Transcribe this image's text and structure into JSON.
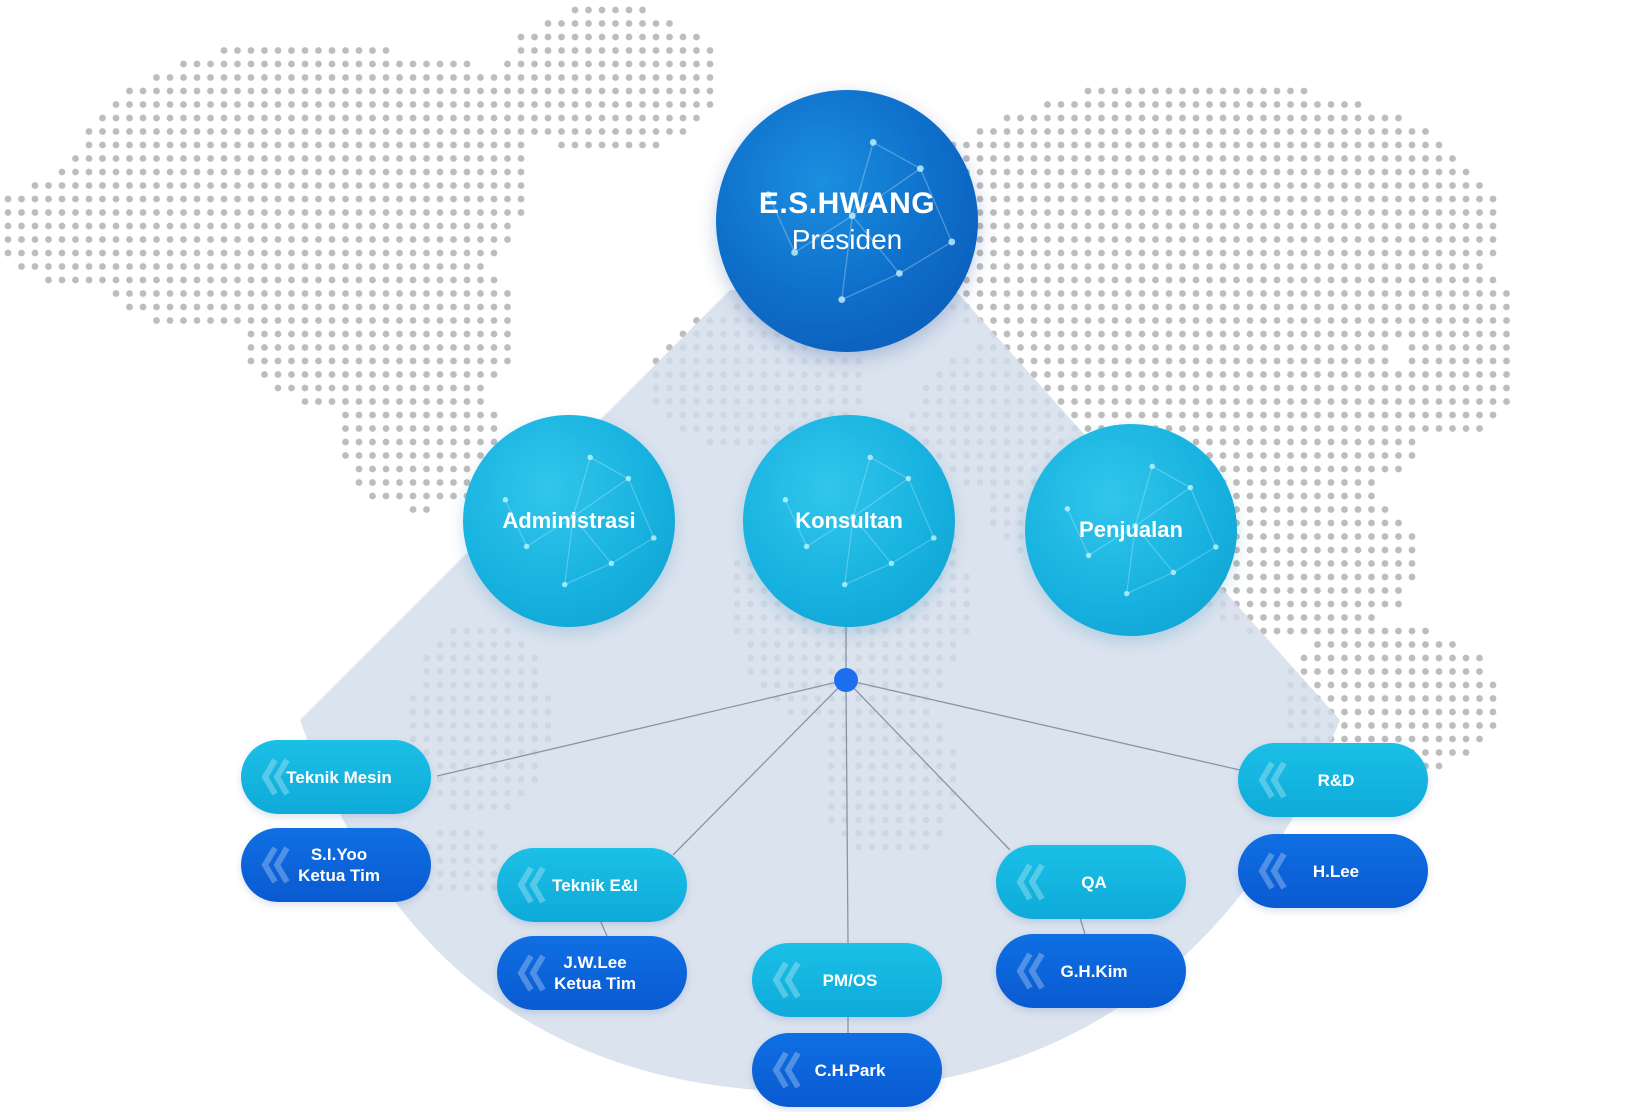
{
  "president": {
    "name": "E.S.HWANG",
    "role": "Presiden"
  },
  "departments": [
    {
      "label": "Administrasi"
    },
    {
      "label": "Konsultan"
    },
    {
      "label": "Penjualan"
    }
  ],
  "teams": [
    {
      "unit": "Teknik Mesin",
      "head": [
        "S.I.Yoo",
        "Ketua Tim"
      ]
    },
    {
      "unit": "Teknik E&I",
      "head": [
        "J.W.Lee",
        "Ketua Tim"
      ]
    },
    {
      "unit": "PM/OS",
      "head": [
        "C.H.Park"
      ]
    },
    {
      "unit": "QA",
      "head": [
        "G.H.Kim"
      ]
    },
    {
      "unit": "R&D",
      "head": [
        "H.Lee"
      ]
    }
  ],
  "colors": {
    "president": "#0e6fca",
    "department": "#17b2e0",
    "unit_pill": "#14b3df",
    "head_pill": "#0a5ad1",
    "hub": "#1e6ff0",
    "fan": "#d3ddec",
    "map_dots": "#bdbdbd",
    "connector": "#8a96a6"
  },
  "icons": {
    "pill_decoration": "double-chevron-icon",
    "background": "world-map-dots"
  }
}
